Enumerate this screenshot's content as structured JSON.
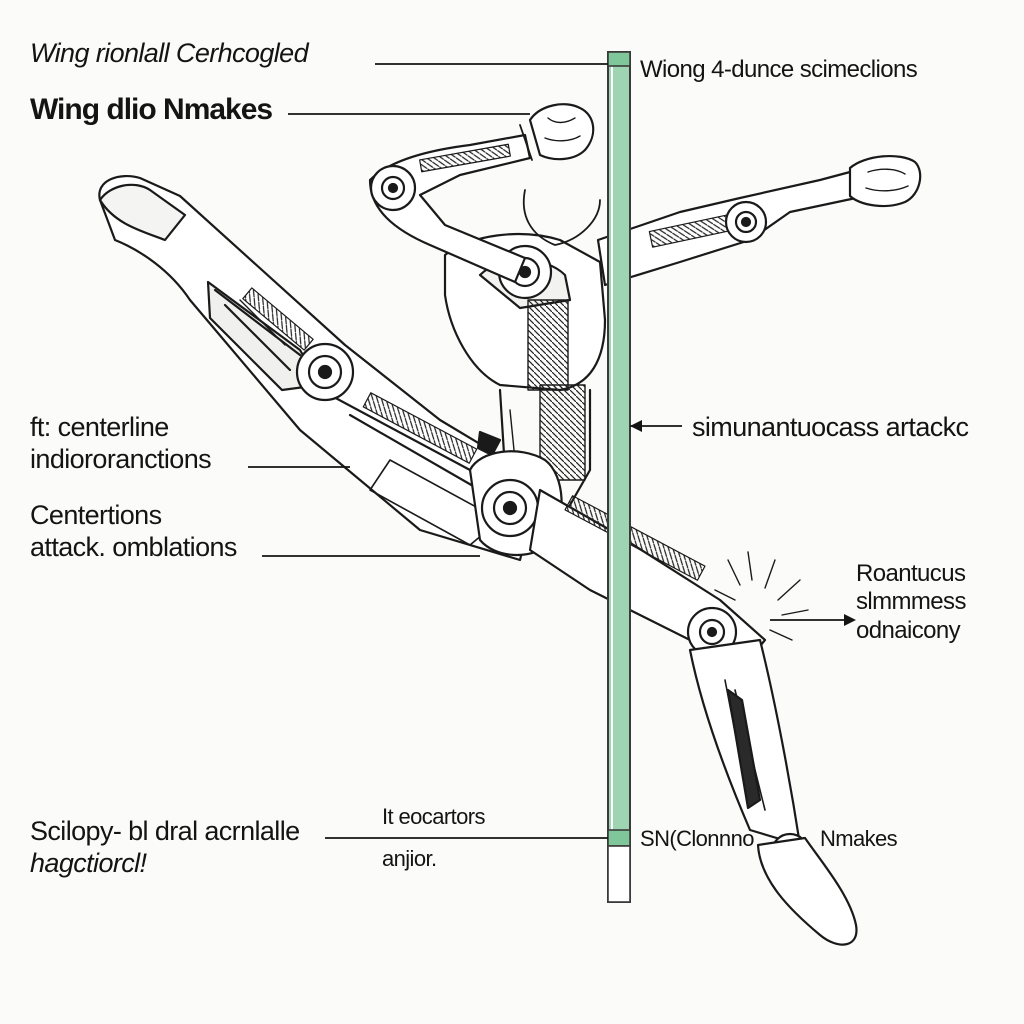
{
  "diagram": {
    "colors": {
      "ink": "#141414",
      "rod": "#9fd4b2",
      "rod_edge": "#3a3a3a",
      "background": "#fbfbf9"
    },
    "labels": {
      "top_left": "Wing rionlall Cerhcogled",
      "top_left_bold": "Wing dlio Nmakes",
      "top_right": "Wiong 4-dunce scimeclions",
      "left_mid_line1": "ft: centerline",
      "left_mid_line2": "indiororanctions",
      "left_low_line1": "Centertions",
      "left_low_line2": "attack. omblations",
      "right_mid": "simunantuocass artackc",
      "right_low_line1": "Roantucus",
      "right_low_line2": "slmmmess",
      "right_low_line3": "odnaicony",
      "bottom_left_line1": "Scilopy- bl dral acrnlalle",
      "bottom_left_line2": "hagctiorcl!",
      "bottom_center_line1": "It eocartors",
      "bottom_center_line2": "anjior.",
      "bottom_right_a": "SN(Clonnno",
      "bottom_right_b": "Nmakes"
    }
  }
}
